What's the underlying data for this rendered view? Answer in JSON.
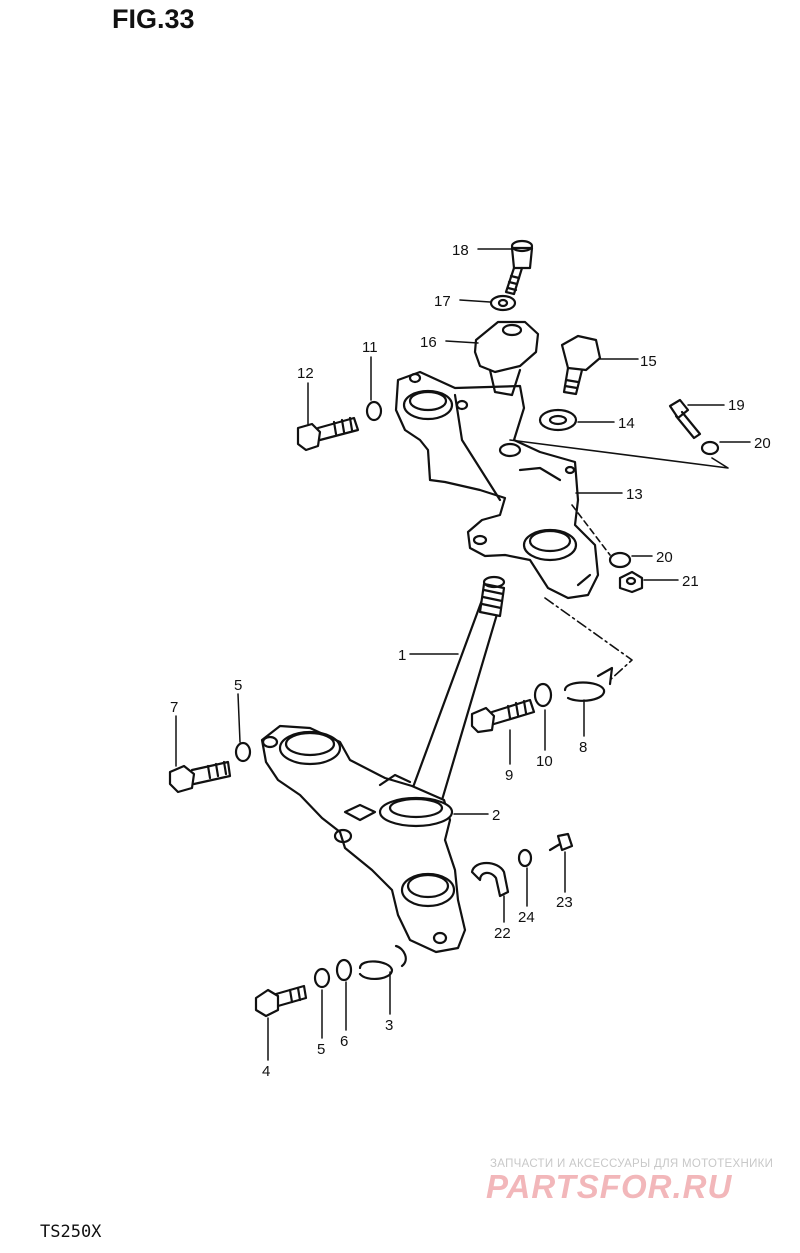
{
  "figure": {
    "title": "FIG.33",
    "model": "TS250X"
  },
  "watermark": {
    "text": "ЗАПЧАСТИ И АКСЕССУАРЫ ДЛЯ МОТОТЕХНИКИ",
    "logo": "PARTSFOR.RU"
  },
  "callouts": [
    {
      "id": "c1",
      "text": "1"
    },
    {
      "id": "c2",
      "text": "2"
    },
    {
      "id": "c3",
      "text": "3"
    },
    {
      "id": "c4",
      "text": "4"
    },
    {
      "id": "c5a",
      "text": "5"
    },
    {
      "id": "c5b",
      "text": "5"
    },
    {
      "id": "c6",
      "text": "6"
    },
    {
      "id": "c7",
      "text": "7"
    },
    {
      "id": "c8",
      "text": "8"
    },
    {
      "id": "c9",
      "text": "9"
    },
    {
      "id": "c10",
      "text": "10"
    },
    {
      "id": "c11",
      "text": "11"
    },
    {
      "id": "c12",
      "text": "12"
    },
    {
      "id": "c13",
      "text": "13"
    },
    {
      "id": "c14",
      "text": "14"
    },
    {
      "id": "c15",
      "text": "15"
    },
    {
      "id": "c16",
      "text": "16"
    },
    {
      "id": "c17",
      "text": "17"
    },
    {
      "id": "c18",
      "text": "18"
    },
    {
      "id": "c19",
      "text": "19"
    },
    {
      "id": "c20a",
      "text": "20"
    },
    {
      "id": "c20b",
      "text": "20"
    },
    {
      "id": "c21",
      "text": "21"
    },
    {
      "id": "c22",
      "text": "22"
    },
    {
      "id": "c23",
      "text": "23"
    },
    {
      "id": "c24",
      "text": "24"
    }
  ]
}
